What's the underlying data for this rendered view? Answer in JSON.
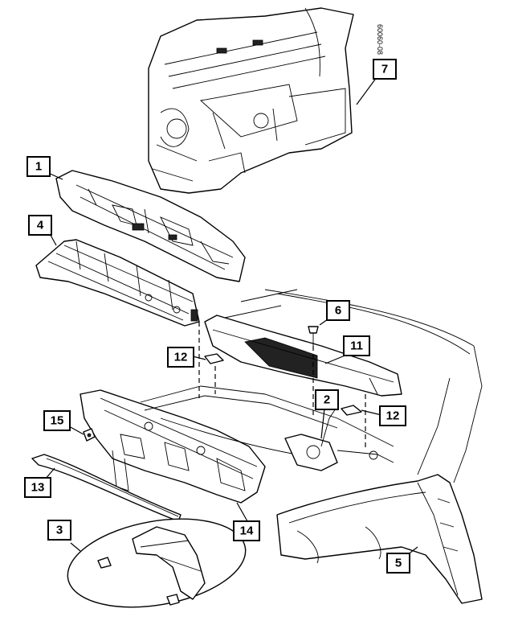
{
  "doc_id": "60060-08",
  "callouts": [
    "7",
    "1",
    "4",
    "6",
    "11",
    "12",
    "12",
    "2",
    "15",
    "13",
    "14",
    "3",
    "5"
  ]
}
